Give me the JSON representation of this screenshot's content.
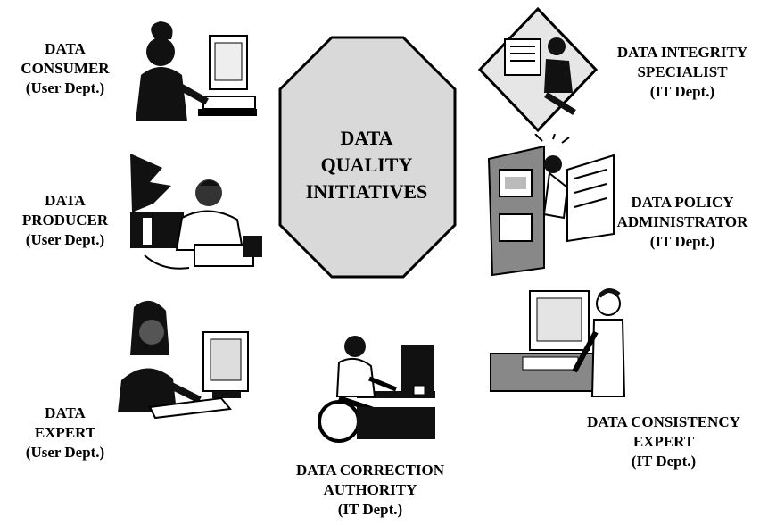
{
  "center": {
    "line1": "DATA",
    "line2": "QUALITY",
    "line3": "INITIATIVES"
  },
  "roles": {
    "data_consumer": {
      "line1": "DATA",
      "line2": "CONSUMER",
      "line3": "(User Dept.)"
    },
    "data_producer": {
      "line1": "DATA",
      "line2": "PRODUCER",
      "line3": "(User Dept.)"
    },
    "data_expert": {
      "line1": "DATA",
      "line2": "EXPERT",
      "line3": "(User Dept.)"
    },
    "data_correction_authority": {
      "line1": "DATA CORRECTION",
      "line2": "AUTHORITY",
      "line3": "(IT Dept.)"
    },
    "data_integrity_specialist": {
      "line1": "DATA INTEGRITY",
      "line2": "SPECIALIST",
      "line3": "(IT Dept.)"
    },
    "data_policy_administrator": {
      "line1": "DATA POLICY",
      "line2": "ADMINISTRATOR",
      "line3": "(IT Dept.)"
    },
    "data_consistency_expert": {
      "line1": "DATA CONSISTENCY",
      "line2": "EXPERT",
      "line3": "(IT Dept.)"
    }
  }
}
